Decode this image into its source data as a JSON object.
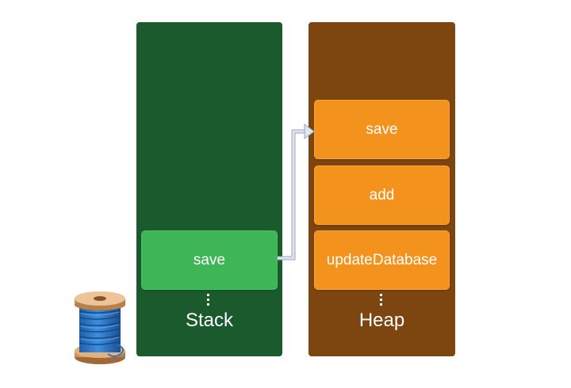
{
  "stack": {
    "label": "Stack",
    "frames": [
      "save"
    ]
  },
  "heap": {
    "label": "Heap",
    "frames": [
      "save",
      "add",
      "updateDatabase"
    ]
  },
  "colors": {
    "stack_column": "#1a5a2d",
    "stack_frame": "#3eb556",
    "heap_column": "#7d4510",
    "heap_frame": "#f4921e",
    "arrow": "#c8d0dc"
  },
  "icons": {
    "thread_spool": "spool-of-thread-icon"
  }
}
